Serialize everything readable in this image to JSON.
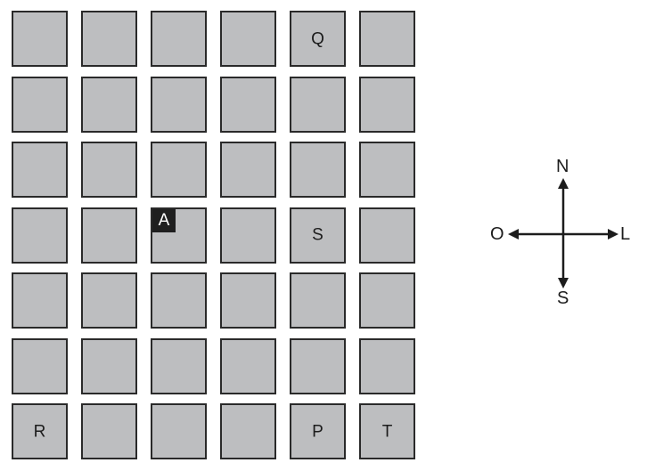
{
  "grid": {
    "rows": 7,
    "cols": 6,
    "cell_color": "#bdbec0",
    "border_color": "#2a2a2a",
    "labels": [
      {
        "row": 0,
        "col": 4,
        "text": "Q"
      },
      {
        "row": 3,
        "col": 4,
        "text": "S"
      },
      {
        "row": 6,
        "col": 0,
        "text": "R"
      },
      {
        "row": 6,
        "col": 4,
        "text": "P"
      },
      {
        "row": 6,
        "col": 5,
        "text": "T"
      }
    ],
    "marker": {
      "row": 3,
      "col": 2,
      "text": "A",
      "color": "#1f1f1f"
    }
  },
  "compass": {
    "north": "N",
    "south": "S",
    "west": "O",
    "east": "L"
  }
}
